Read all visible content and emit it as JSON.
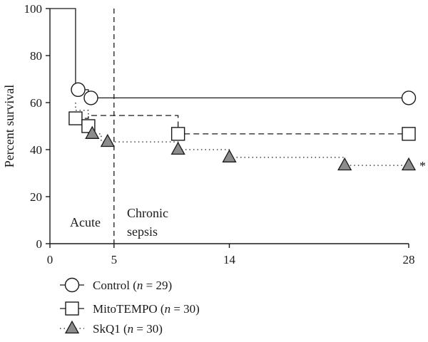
{
  "chart_data": {
    "type": "line",
    "step": true,
    "title": "",
    "xlabel": "",
    "ylabel": "Percent survival",
    "xlim": [
      0,
      28
    ],
    "ylim": [
      0,
      100
    ],
    "xticks": [
      0,
      5,
      14,
      28
    ],
    "yticks": [
      0,
      20,
      40,
      60,
      80,
      100
    ],
    "grid": false,
    "legend": "bottom-left",
    "vline": 5,
    "annotations": [
      {
        "text": "Acute"
      },
      {
        "text": "Chronic"
      },
      {
        "text": "sepsis"
      }
    ],
    "significance_marker": "*",
    "series": [
      {
        "name": "Control",
        "n_label": "n = 29",
        "marker": "circle",
        "line": "solid",
        "steps": [
          [
            0,
            100
          ],
          [
            2,
            100
          ],
          [
            2,
            65.5
          ],
          [
            3,
            65.5
          ],
          [
            3,
            62
          ],
          [
            28,
            62
          ]
        ],
        "markers": [
          [
            2.2,
            65.5
          ],
          [
            3.2,
            62
          ],
          [
            28,
            62
          ]
        ]
      },
      {
        "name": "MitoTEMPO",
        "n_label": "n = 30",
        "marker": "square",
        "line": "dashed",
        "steps": [
          [
            2,
            53.3
          ],
          [
            3,
            53.3
          ],
          [
            3,
            54.5
          ],
          [
            10,
            54.5
          ],
          [
            10,
            46.7
          ],
          [
            28,
            46.7
          ]
        ],
        "markers": [
          [
            2,
            53.3
          ],
          [
            3,
            50
          ],
          [
            10,
            46.7
          ],
          [
            28,
            46.7
          ]
        ]
      },
      {
        "name": "SkQ1",
        "n_label": "n = 30",
        "marker": "triangle",
        "line": "dotted",
        "steps": [
          [
            2,
            60
          ],
          [
            2,
            56.7
          ],
          [
            3,
            56.7
          ],
          [
            3,
            46.7
          ],
          [
            4,
            46.7
          ],
          [
            4,
            43.3
          ],
          [
            10,
            43.3
          ],
          [
            10,
            40
          ],
          [
            14,
            40
          ],
          [
            14,
            36.7
          ],
          [
            23,
            36.7
          ],
          [
            23,
            33.3
          ],
          [
            28,
            33.3
          ]
        ],
        "markers": [
          [
            3.3,
            46.7
          ],
          [
            4.5,
            43.3
          ],
          [
            10,
            40
          ],
          [
            14,
            36.7
          ],
          [
            23,
            33.3
          ],
          [
            28,
            33.3
          ]
        ]
      }
    ]
  },
  "colors": {
    "line": "#1a1a1a",
    "hollow_fill": "#ffffff",
    "triangle_fill": "#8c8c8c"
  }
}
